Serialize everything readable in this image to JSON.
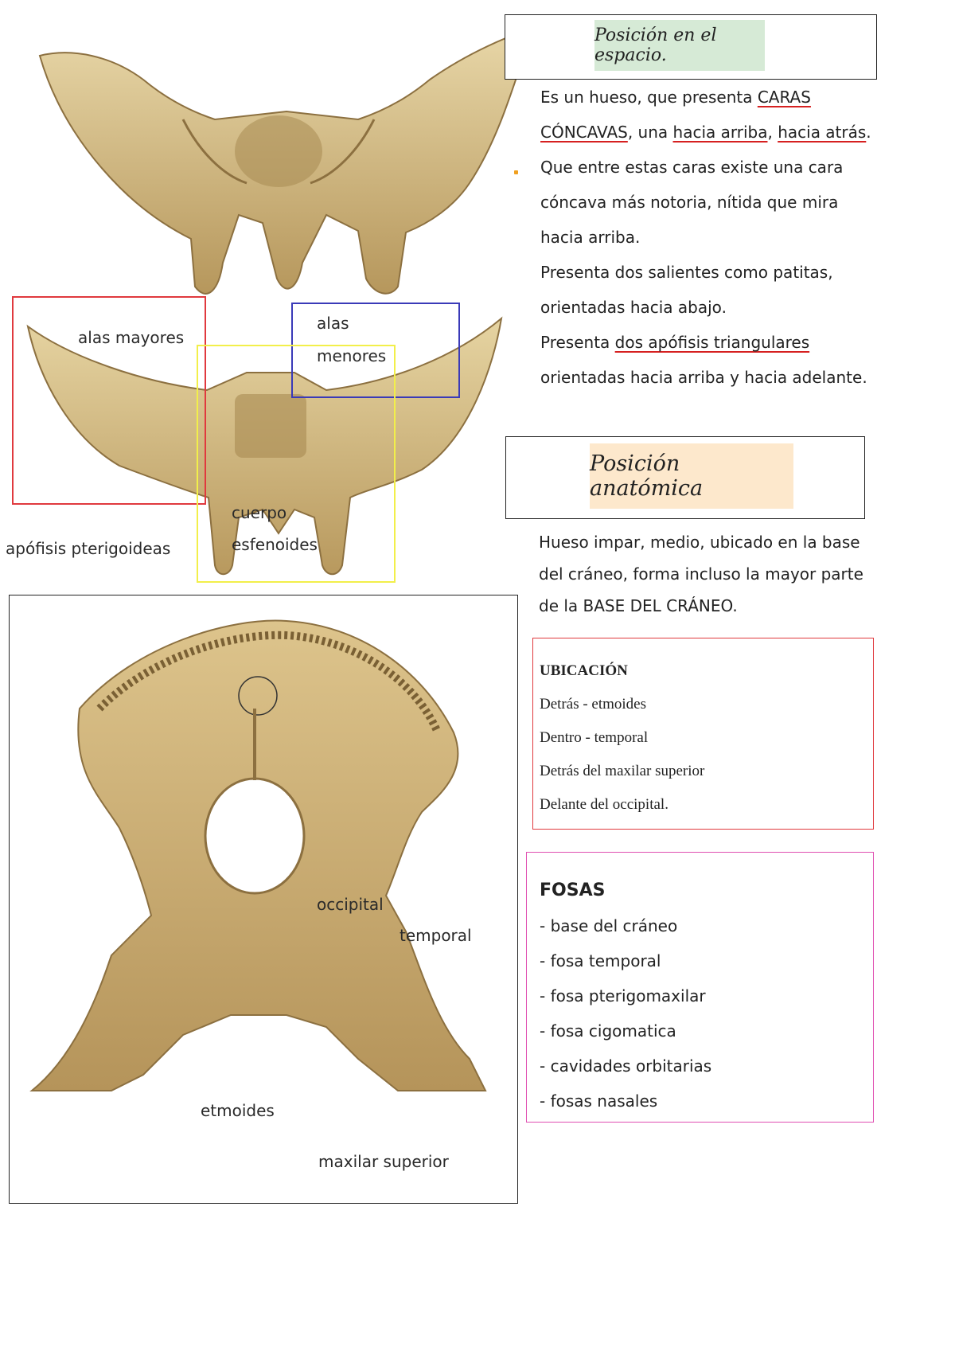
{
  "labels": {
    "alas_mayores": "alas mayores",
    "alas": "alas",
    "menores": "menores",
    "cuerpo": "cuerpo",
    "esfenoides": "esfenoides",
    "apofisis": "apófisis pterigoideas",
    "occipital": "occipital",
    "temporal": "temporal",
    "etmoides": "etmoides",
    "maxilar": "maxilar superior"
  },
  "posicion_espacio": {
    "title": "Posición en el espacio.",
    "p1_a": "Es un hueso, que presenta ",
    "p1_b": "CARAS CÓNCAVAS",
    "p1_c": ", una ",
    "p1_d": "hacia arriba",
    "p1_e": ", ",
    "p1_f": "hacia atrás",
    "p1_g": ".",
    "p2": "Que entre estas caras existe una cara cóncava más notoria, nítida que mira hacia arriba.",
    "p3": "Presenta dos salientes como patitas, orientadas hacia abajo.",
    "p4_a": "Presenta ",
    "p4_b": "dos apófisis triangulares",
    "p4_c": " orientadas hacia arriba y hacia adelante."
  },
  "posicion_anatomica": {
    "title": "Posición anatómica",
    "text": "Hueso impar, medio, ubicado en la base del cráneo, forma incluso la mayor parte de la BASE DEL CRÁNEO."
  },
  "ubicacion": {
    "title": "UBICACIÓN",
    "items": [
      "Detrás - etmoides",
      "Dentro - temporal",
      "Detrás del maxilar superior",
      "Delante del occipital."
    ]
  },
  "fosas": {
    "title": "FOSAS",
    "items": [
      "- base del cráneo",
      "- fosa temporal",
      "- fosa pterigomaxilar",
      "- fosa cigomatica",
      "- cavidades orbitarias",
      "- fosas nasales"
    ]
  },
  "colors": {
    "bone": "#cdb27a",
    "bone_dark": "#9c8048",
    "chip_green": "#d6ead6",
    "chip_peach": "#fde8cc",
    "red": "#e0393e",
    "blue": "#3a3ab8",
    "yellow": "#f2ef4a",
    "pink": "#e04fb2"
  }
}
